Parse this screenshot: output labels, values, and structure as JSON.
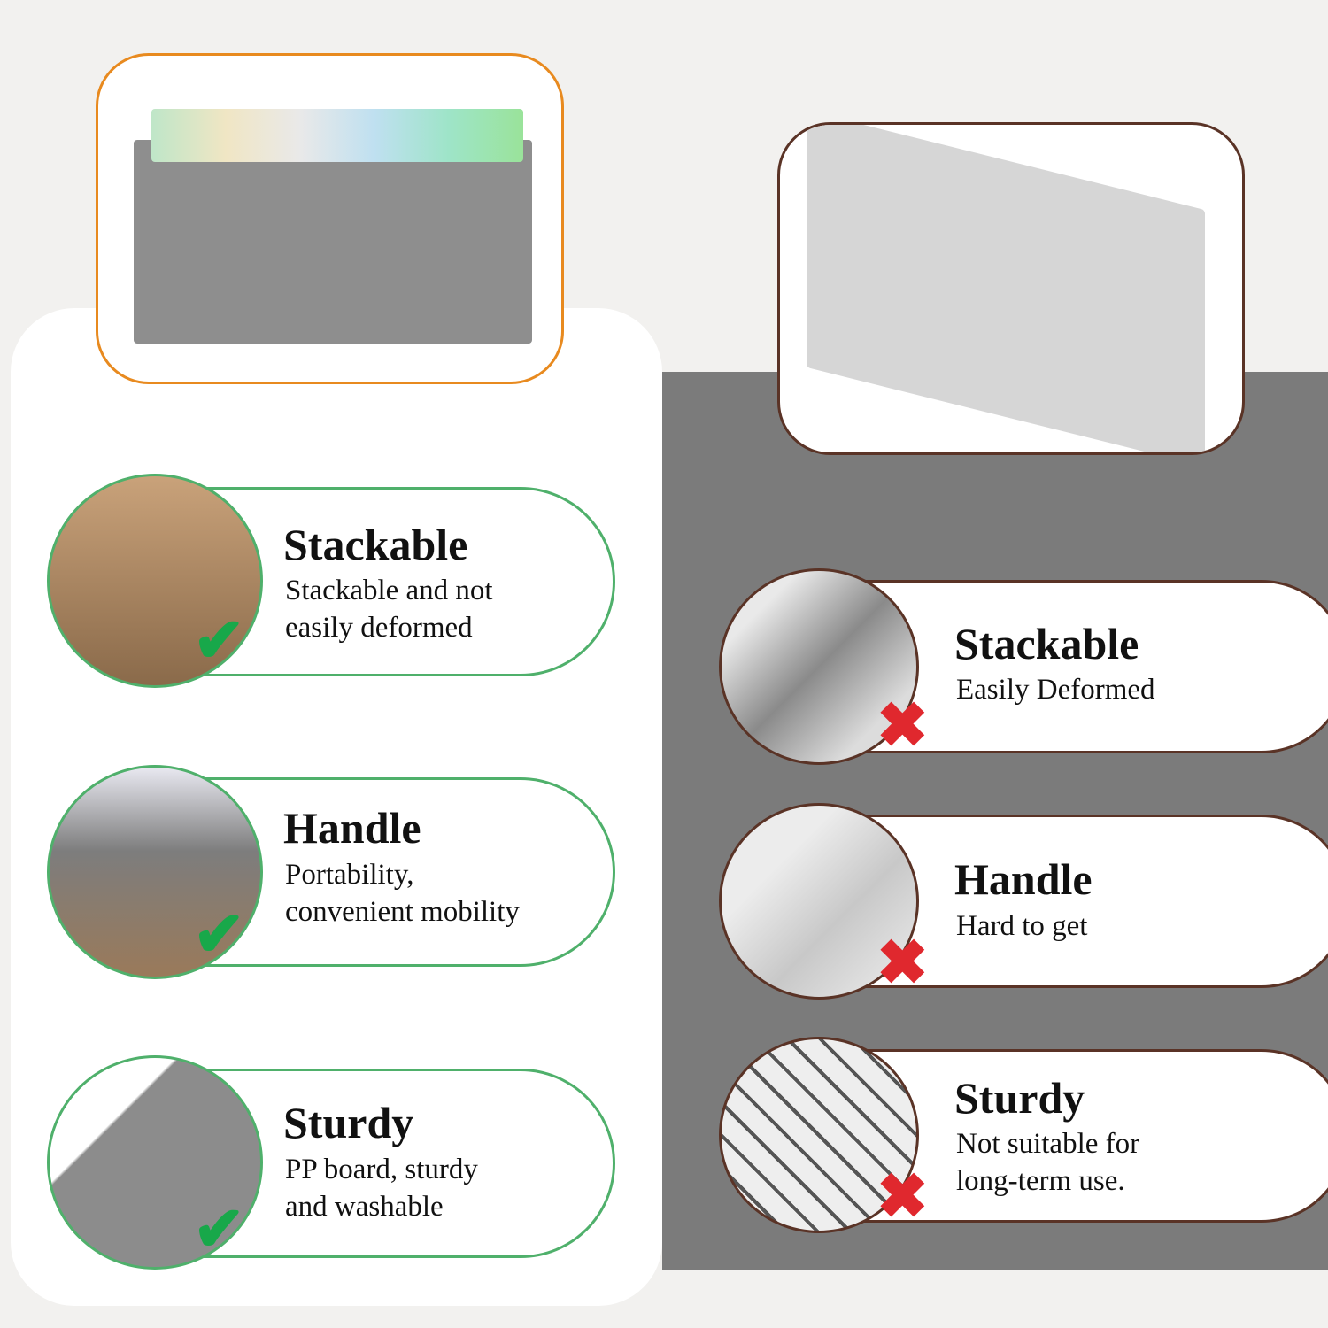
{
  "colors": {
    "good": "#4fb06b",
    "bad": "#5a3326",
    "accent": "#e88a1f",
    "panel": "#7b7b7b"
  },
  "good": [
    {
      "title": "Stackable",
      "desc": [
        "Stackable and not",
        "easily deformed"
      ],
      "icon": "check-icon"
    },
    {
      "title": "Handle",
      "desc": [
        "Portability,",
        "convenient mobility"
      ],
      "icon": "check-icon"
    },
    {
      "title": "Sturdy",
      "desc": [
        "PP board, sturdy",
        "and washable"
      ],
      "icon": "check-icon"
    }
  ],
  "bad": [
    {
      "title": "Stackable",
      "desc": [
        "Easily Deformed"
      ],
      "icon": "cross-icon"
    },
    {
      "title": "Handle",
      "desc": [
        "Hard to get"
      ],
      "icon": "cross-icon"
    },
    {
      "title": "Sturdy",
      "desc": [
        "Not suitable for",
        "long-term use."
      ],
      "icon": "cross-icon"
    }
  ],
  "marks": {
    "check": "✔",
    "cross": "✖"
  }
}
